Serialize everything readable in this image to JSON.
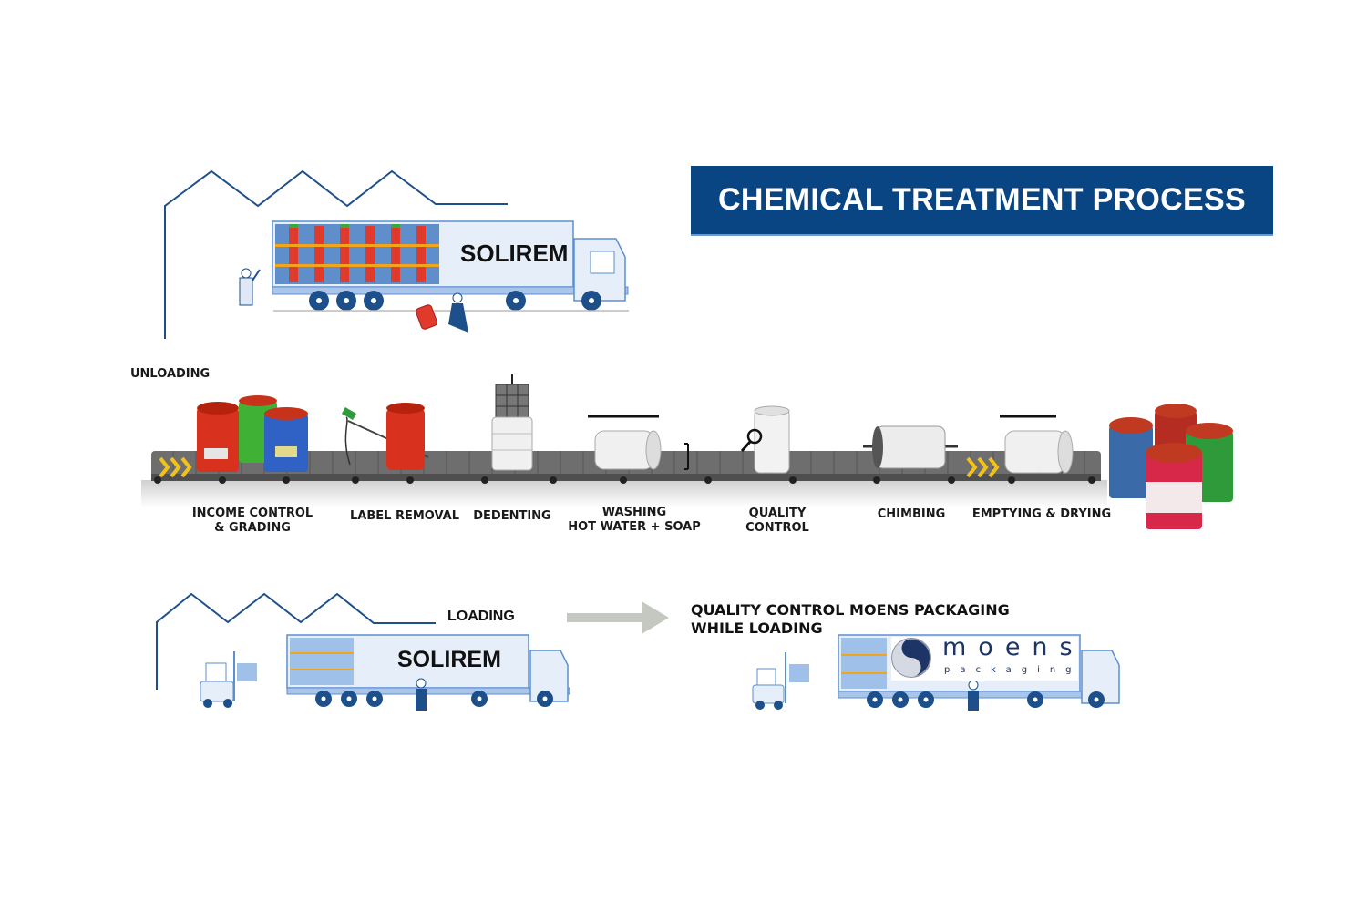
{
  "title": "CHEMICAL TREATMENT PROCESS",
  "colors": {
    "banner": "#0a4583",
    "building_outline": "#1d4f8a",
    "truck_body": "#e6eef9",
    "truck_outline": "#5b8fd0",
    "conveyor": "#6e6e6e",
    "chevrons": "#f2c21a",
    "arrow": "#c4c8c0"
  },
  "unloading": {
    "label": "UNLOADING",
    "truck_brand": "SOLIREM"
  },
  "process_steps": [
    {
      "label_line1": "INCOME CONTROL",
      "label_line2": "& GRADING"
    },
    {
      "label_line1": "LABEL REMOVAL",
      "label_line2": ""
    },
    {
      "label_line1": "DEDENTING",
      "label_line2": ""
    },
    {
      "label_line1": "WASHING",
      "label_line2": "HOT WATER + SOAP"
    },
    {
      "label_line1": "QUALITY",
      "label_line2": "CONTROL"
    },
    {
      "label_line1": "CHIMBING",
      "label_line2": ""
    },
    {
      "label_line1": "EMPTYING & DRYING",
      "label_line2": ""
    }
  ],
  "loading": {
    "label": "LOADING",
    "truck_brand": "SOLIREM"
  },
  "quality_loading": {
    "label_line1": "QUALITY CONTROL MOENS PACKAGING",
    "label_line2": "WHILE LOADING",
    "brand_name": "moens",
    "brand_sub": "packaging"
  }
}
